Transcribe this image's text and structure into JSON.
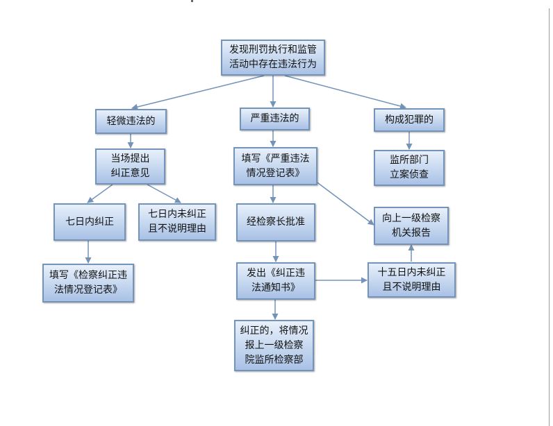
{
  "diagram": {
    "nodes": {
      "root": "发现刑罚执行和监管\n活动中存在违法行为",
      "minor": "轻微违法的",
      "serious": "严重违法的",
      "crime": "构成犯罪的",
      "onsite": "当场提出\n纠正意见",
      "fill_serious": "填写《严重违法\n情况登记表》",
      "prison_dept": "监所部门\n立案侦查",
      "seven_corrected": "七日内纠正",
      "seven_not": "七日内未纠正\n且不说明理由",
      "approve": "经检察长批准",
      "report_up": "向上一级检察\n机关报告",
      "fill_correct": "填写《检察纠正违\n法情况登记表》",
      "issue_notice": "发出《纠正违\n法通知书》",
      "fifteen_not": "十五日内未纠正\n且不说明理由",
      "corrected_report": "纠正的，将情况\n报上一级检察\n院监所检察部"
    }
  }
}
